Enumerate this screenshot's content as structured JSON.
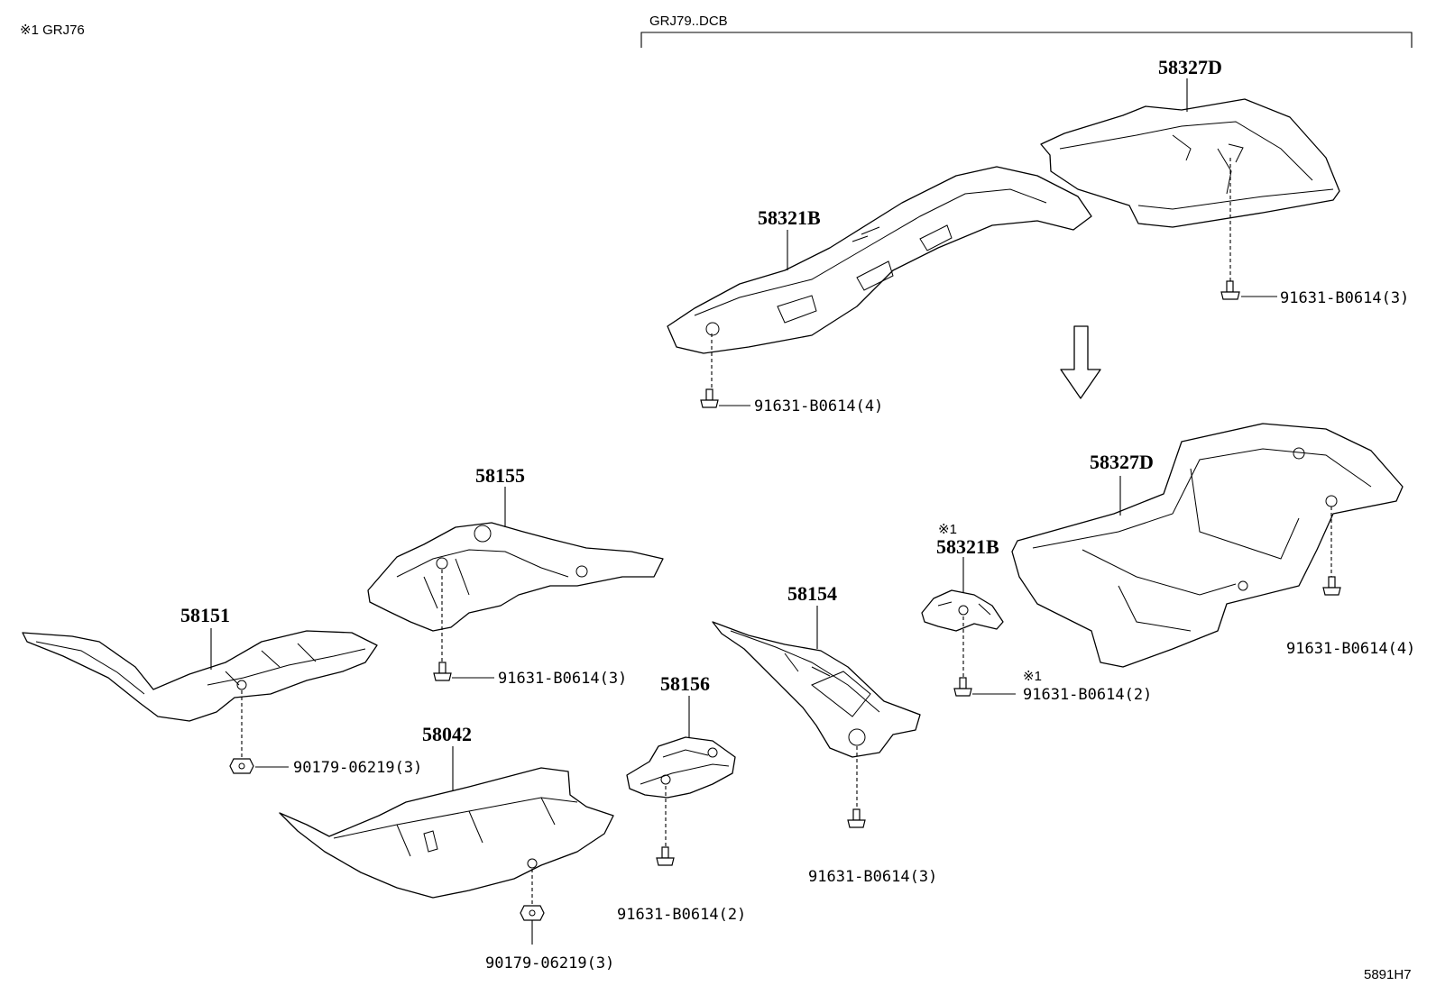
{
  "notes": {
    "top_left": "※1 GRJ76",
    "bracket_label": "GRJ79..DCB",
    "diagram_code": "5891H7"
  },
  "parts": {
    "p58327D_top": "58327D",
    "p58321B_top": "58321B",
    "p58327D_lower": "58327D",
    "p58321B_ref_mark": "※1",
    "p58321B_lower": "58321B",
    "p58155": "58155",
    "p58151": "58151",
    "p58154": "58154",
    "p58156": "58156",
    "p58042": "58042"
  },
  "fasteners": {
    "f_top_right": "91631-B0614(3)",
    "f_top_left": "91631-B0614(4)",
    "f_58155": "91631-B0614(3)",
    "f_58151": "90179-06219(3)",
    "f_58321B_mark": "※1",
    "f_58321B": "91631-B0614(2)",
    "f_58327D_lower": "91631-B0614(4)",
    "f_58156": "91631-B0614(2)",
    "f_58154": "91631-B0614(3)",
    "f_58042": "90179-06219(3)"
  }
}
